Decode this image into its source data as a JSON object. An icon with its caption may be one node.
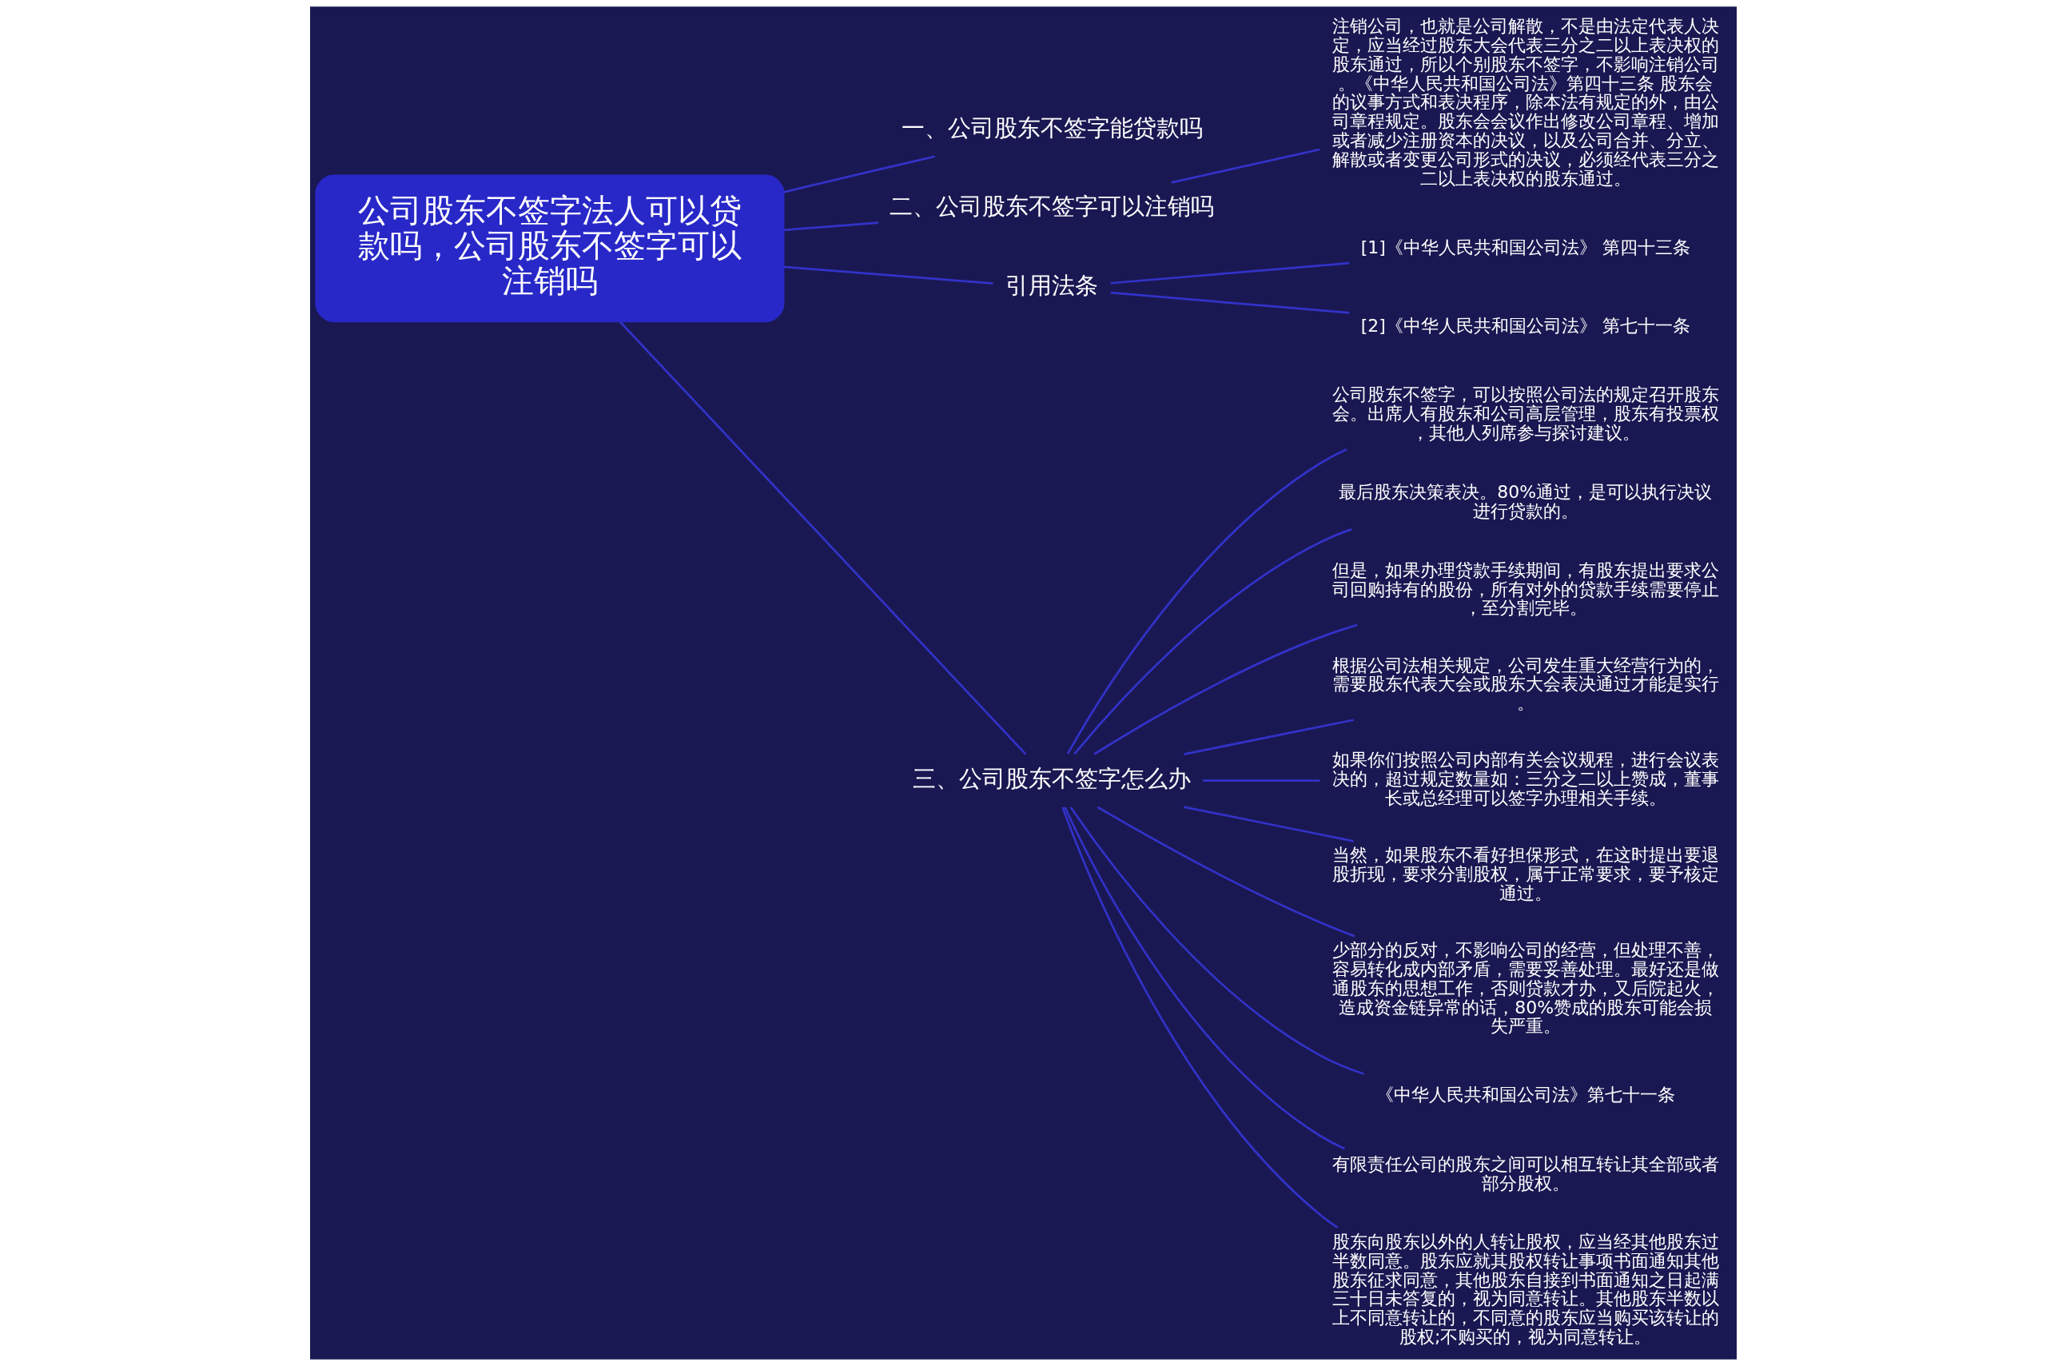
{
  "diagram": {
    "nodes": [
      {
        "text": [
          "公司股东不签字法人可以贷款吗，公司股东不签字可以注销吗"
        ]
      },
      {
        "text": [
          "一、公司股东不签字能贷款吗"
        ]
      },
      {
        "text": [
          "二、公司股东不签字可以注销吗"
        ]
      },
      {
        "text": [
          "引用法条"
        ]
      },
      {
        "text": [
          "三、公司股东不签字怎么办"
        ]
      },
      {
        "text": [
          "注销公司，也就是公司解散，不是由法定代表人决定，应当经过股东大会代表三分之二以上表决权的股东通过，所以个别股东不签字，不影响注销公司。《中华人民共和国公司法》第四十三条 股东会的议事方式和表决程序，除本法有规定的外，由公司章程规定。股东会会议作出修改公司章程、增加或者减少注册资本的决议，以及公司合并、分立、解散或者变更公司形式的决议，必须经代表三分之二以上表决权的股东通过。"
        ]
      },
      {
        "text": [
          "[1]《中华人民共和国公司法》 第四十三条"
        ]
      },
      {
        "text": [
          "[2]《中华人民共和国公司法》 第七十一条"
        ]
      },
      {
        "text": [
          "公司股东不签字，可以按照公司法的规定召开股东会。出席人有股东和公司高层管理，股东有投票权，其他人列席参与探讨建议。"
        ]
      },
      {
        "text": [
          "最后股东决策表决。80%通过，是可以执行决议进行贷款的。"
        ]
      },
      {
        "text": [
          "但是，如果办理贷款手续期间，有股东提出要求公司回购持有的股份，所有对外的贷款手续需要停止，至分割完毕。"
        ]
      },
      {
        "text": [
          "根据公司法相关规定，公司发生重大经营行为的，需要股东代表大会或股东大会表决通过才能是实行。"
        ]
      },
      {
        "text": [
          "如果你们按照公司内部有关会议规程，进行会议表决的，超过规定数量如：三分之二以上赞成，董事长或总经理可以签字办理相关手续。"
        ]
      },
      {
        "text": [
          "当然，如果股东不看好担保形式，在这时提出要退股折现，要求分割股权，属于正常要求，要予核定通过。"
        ]
      },
      {
        "text": [
          "少部分的反对，不影响公司的经营，但处理不善，容易转化成内部矛盾，需要妥善处理。最好还是做通股东的思想工作，否则贷款才办，又后院起火，造成资金链异常的话，80%赞成的股东可能会损失严重。"
        ]
      },
      {
        "text": [
          "《中华人民共和国公司法》第七十一条"
        ]
      },
      {
        "text": [
          "有限责任公司的股东之间可以相互转让其全部或者部分股权。"
        ]
      },
      {
        "text": [
          "股东向股东以外的人转让股权，应当经其他股东过半数同意。股东应就其股权转让事项书面通知其他股东征求同意，其他股东自接到书面通知之日起满三十日未答复的，视为同意转让。其他股东半数以上不同意转让的，不同意的股东应当购买该转让的股权;不购买的，视为同意转让。"
        ]
      }
    ],
    "edges": [
      {
        "from": 0,
        "to": 1,
        "arrow": "none"
      },
      {
        "from": 0,
        "to": 2,
        "arrow": "none"
      },
      {
        "from": 0,
        "to": 3,
        "arrow": "none"
      },
      {
        "from": 0,
        "to": 4,
        "arrow": "none"
      },
      {
        "from": 2,
        "to": 5,
        "arrow": "none"
      },
      {
        "from": 3,
        "to": 6,
        "arrow": "none"
      },
      {
        "from": 3,
        "to": 7,
        "arrow": "none"
      },
      {
        "from": 4,
        "to": 8,
        "arrow": "none"
      },
      {
        "from": 4,
        "to": 9,
        "arrow": "none"
      },
      {
        "from": 4,
        "to": 10,
        "arrow": "none"
      },
      {
        "from": 4,
        "to": 11,
        "arrow": "none"
      },
      {
        "from": 4,
        "to": 12,
        "arrow": "none"
      },
      {
        "from": 4,
        "to": 13,
        "arrow": "none"
      },
      {
        "from": 4,
        "to": 14,
        "arrow": "none"
      },
      {
        "from": 4,
        "to": 15,
        "arrow": "none"
      },
      {
        "from": 4,
        "to": 16,
        "arrow": "none"
      },
      {
        "from": 4,
        "to": 17,
        "arrow": "none"
      }
    ]
  }
}
